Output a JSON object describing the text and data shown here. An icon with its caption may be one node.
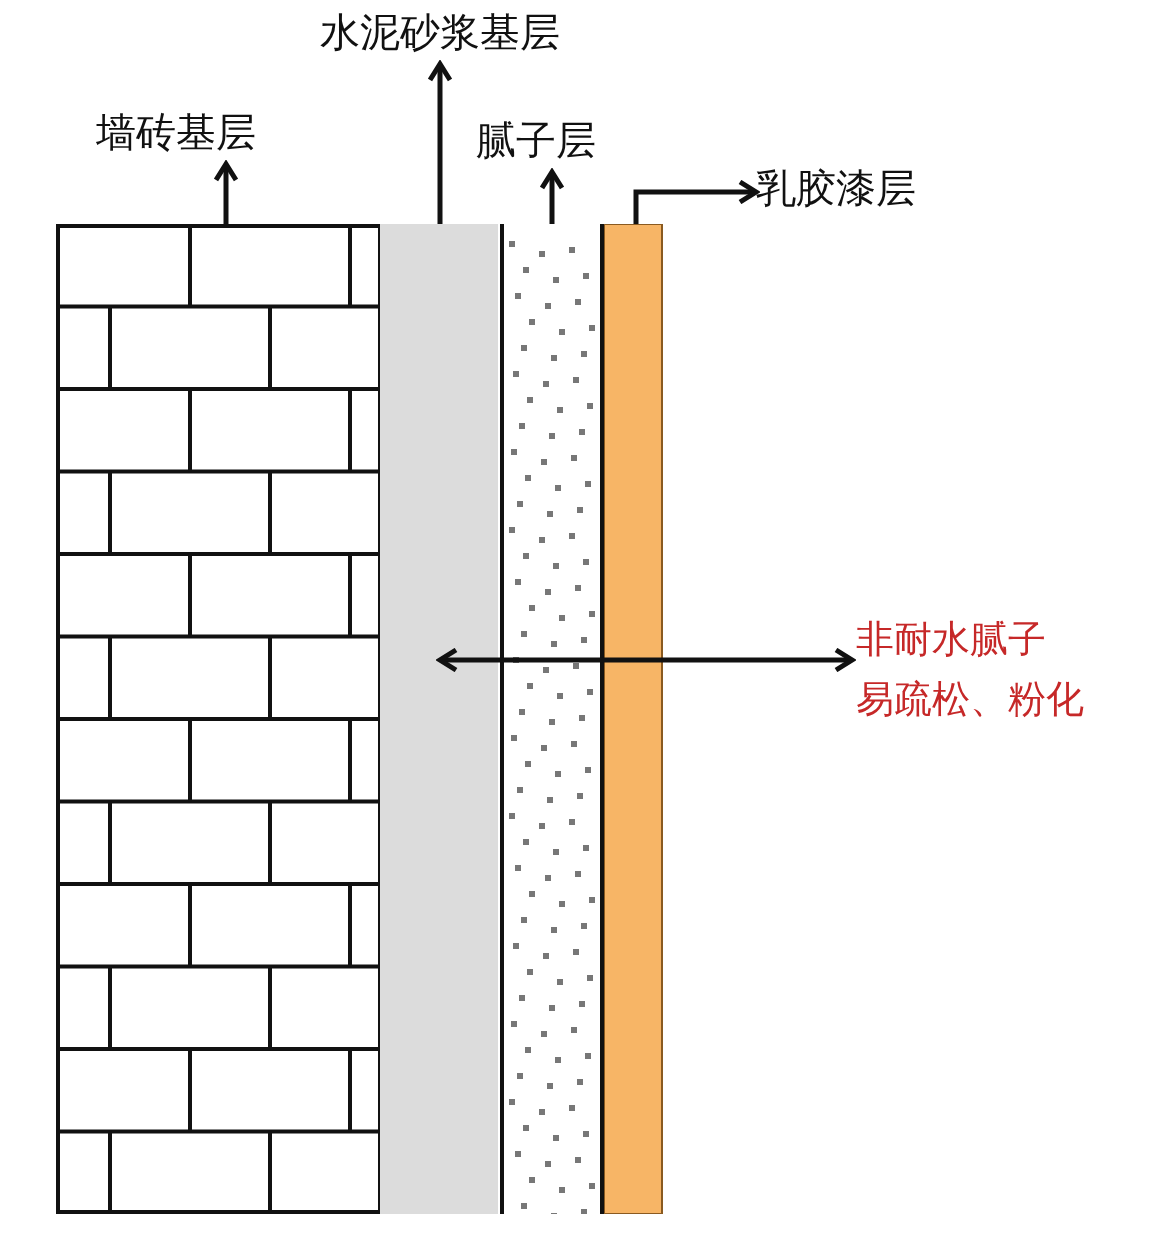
{
  "diagram": {
    "nodes": [
      {
        "text": [
          "墙砖基层"
        ]
      },
      {
        "text": [],
        "shape": "picture"
      },
      {
        "text": [
          "水泥砂浆基层"
        ]
      },
      {
        "text": [],
        "shape": "box"
      },
      {
        "text": [
          "腻子层"
        ]
      },
      {
        "text": [],
        "shape": "box"
      },
      {
        "text": [
          "乳胶漆层"
        ]
      },
      {
        "text": [],
        "shape": "box"
      }
    ],
    "labels": [
      "非耐水腻子",
      "易疏松、粉化"
    ],
    "edges": [
      {
        "from": 1,
        "to": 0,
        "arrow": "to"
      },
      {
        "from": 3,
        "to": 2,
        "arrow": "to"
      },
      {
        "from": 5,
        "to": 4,
        "arrow": "to"
      },
      {
        "from": 7,
        "to": 6,
        "arrow": "to"
      }
    ]
  }
}
